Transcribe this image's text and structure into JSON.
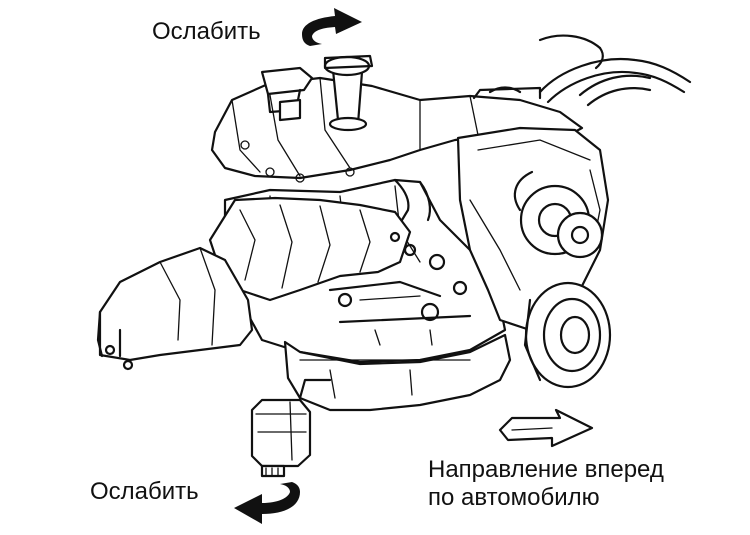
{
  "labels": {
    "loosen_top": "Ослабить",
    "loosen_bottom": "Ослабить",
    "direction_line1": "Направление вперед",
    "direction_line2": "по автомобилю"
  },
  "icons": {
    "top_arrow": "rotate-arrow-icon",
    "bottom_arrow": "rotate-arrow-icon",
    "forward_arrow": "forward-arrow-icon"
  }
}
